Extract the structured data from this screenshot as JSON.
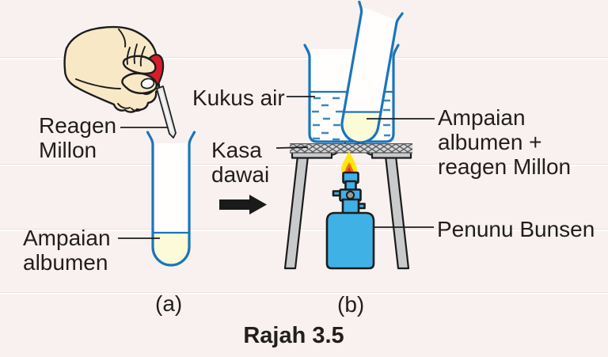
{
  "figure": {
    "caption": "Rajah 3.5"
  },
  "panel_a": {
    "letter": "(a)",
    "labels": {
      "reagent": "Reagen\nMillon",
      "suspension": "Ampaian\nalbumen"
    }
  },
  "panel_b": {
    "letter": "(b)",
    "labels": {
      "water_bath": "Kukus air",
      "wire_gauze": "Kasa\ndawai",
      "mixture": "Ampaian\nalbumen +\nreagen Millon",
      "burner": "Penunu Bunsen"
    }
  },
  "colors": {
    "background": "#f8f1ef",
    "glass_blue": "#1b75bc",
    "liquid_yellow": "#fbfbd8",
    "burner_blue": "#3fb1e4",
    "flame_yellow": "#ffe60d",
    "flame_orange": "#f4671f",
    "flame_red": "#df3426",
    "skin": "#f8e8c6",
    "bulb_red": "#d61d29",
    "metal_gray": "#c9cacb",
    "gauze_gray": "#d8d8d8",
    "gauze_line": "#55565a",
    "line_black": "#1c1c1e",
    "text_color": "#221e1f",
    "drop_fill": "#e3ebf4"
  }
}
